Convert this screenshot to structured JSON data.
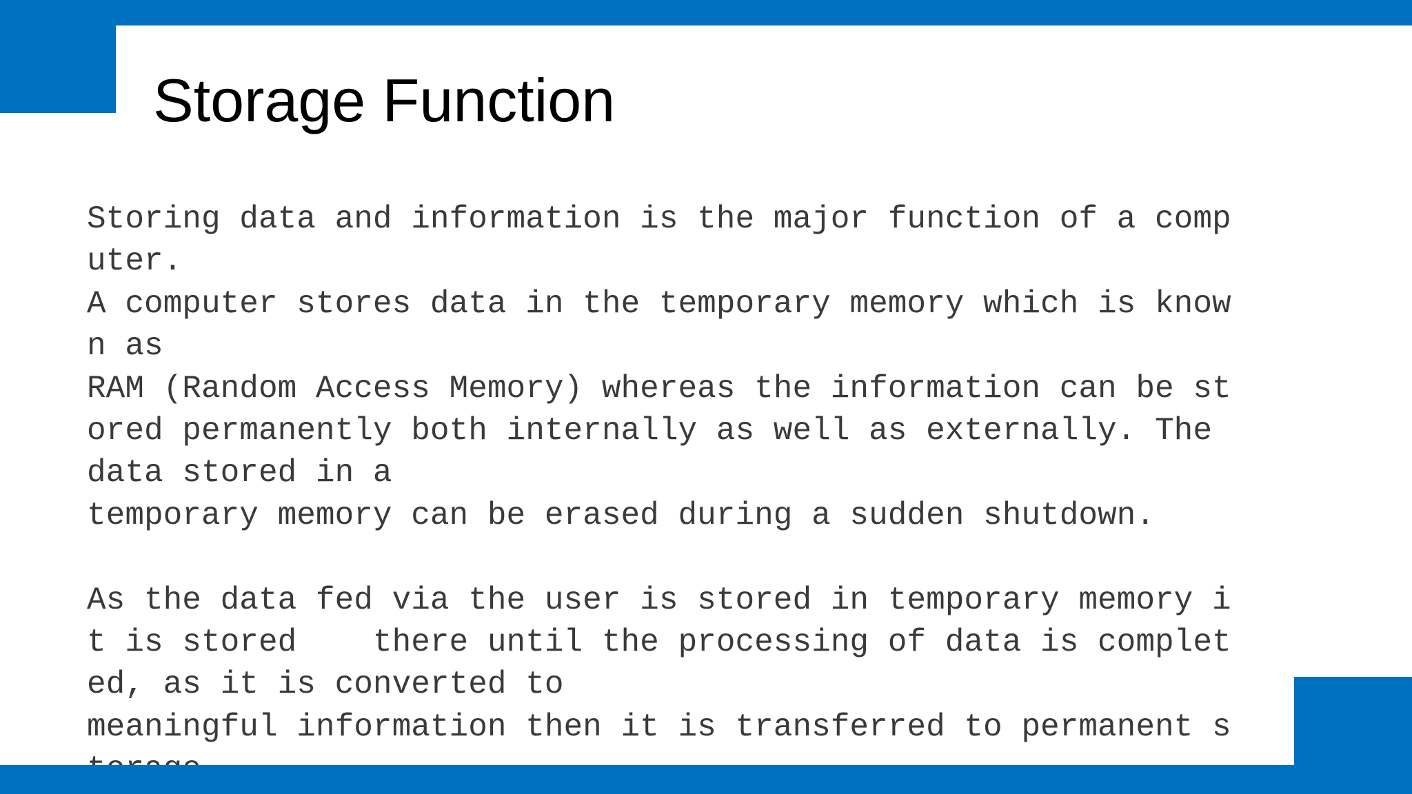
{
  "slide": {
    "title": "Storage Function",
    "accent_color": "#0070c0",
    "body_lines": [
      "Storing data and information is the major function of a comp",
      "uter.",
      "A computer stores data in the temporary memory which is know",
      "n as",
      "RAM (Random Access Memory) whereas the information can be st",
      "ored permanently both internally as well as externally. The",
      "data stored in a",
      "temporary memory can be erased during a sudden shutdown.",
      "",
      "As the data fed via the user is stored in temporary memory i",
      "t is stored    there until the processing of data is complet",
      "ed, as it is converted to",
      "meaningful information then it is transferred to permanent s",
      "torage"
    ]
  }
}
